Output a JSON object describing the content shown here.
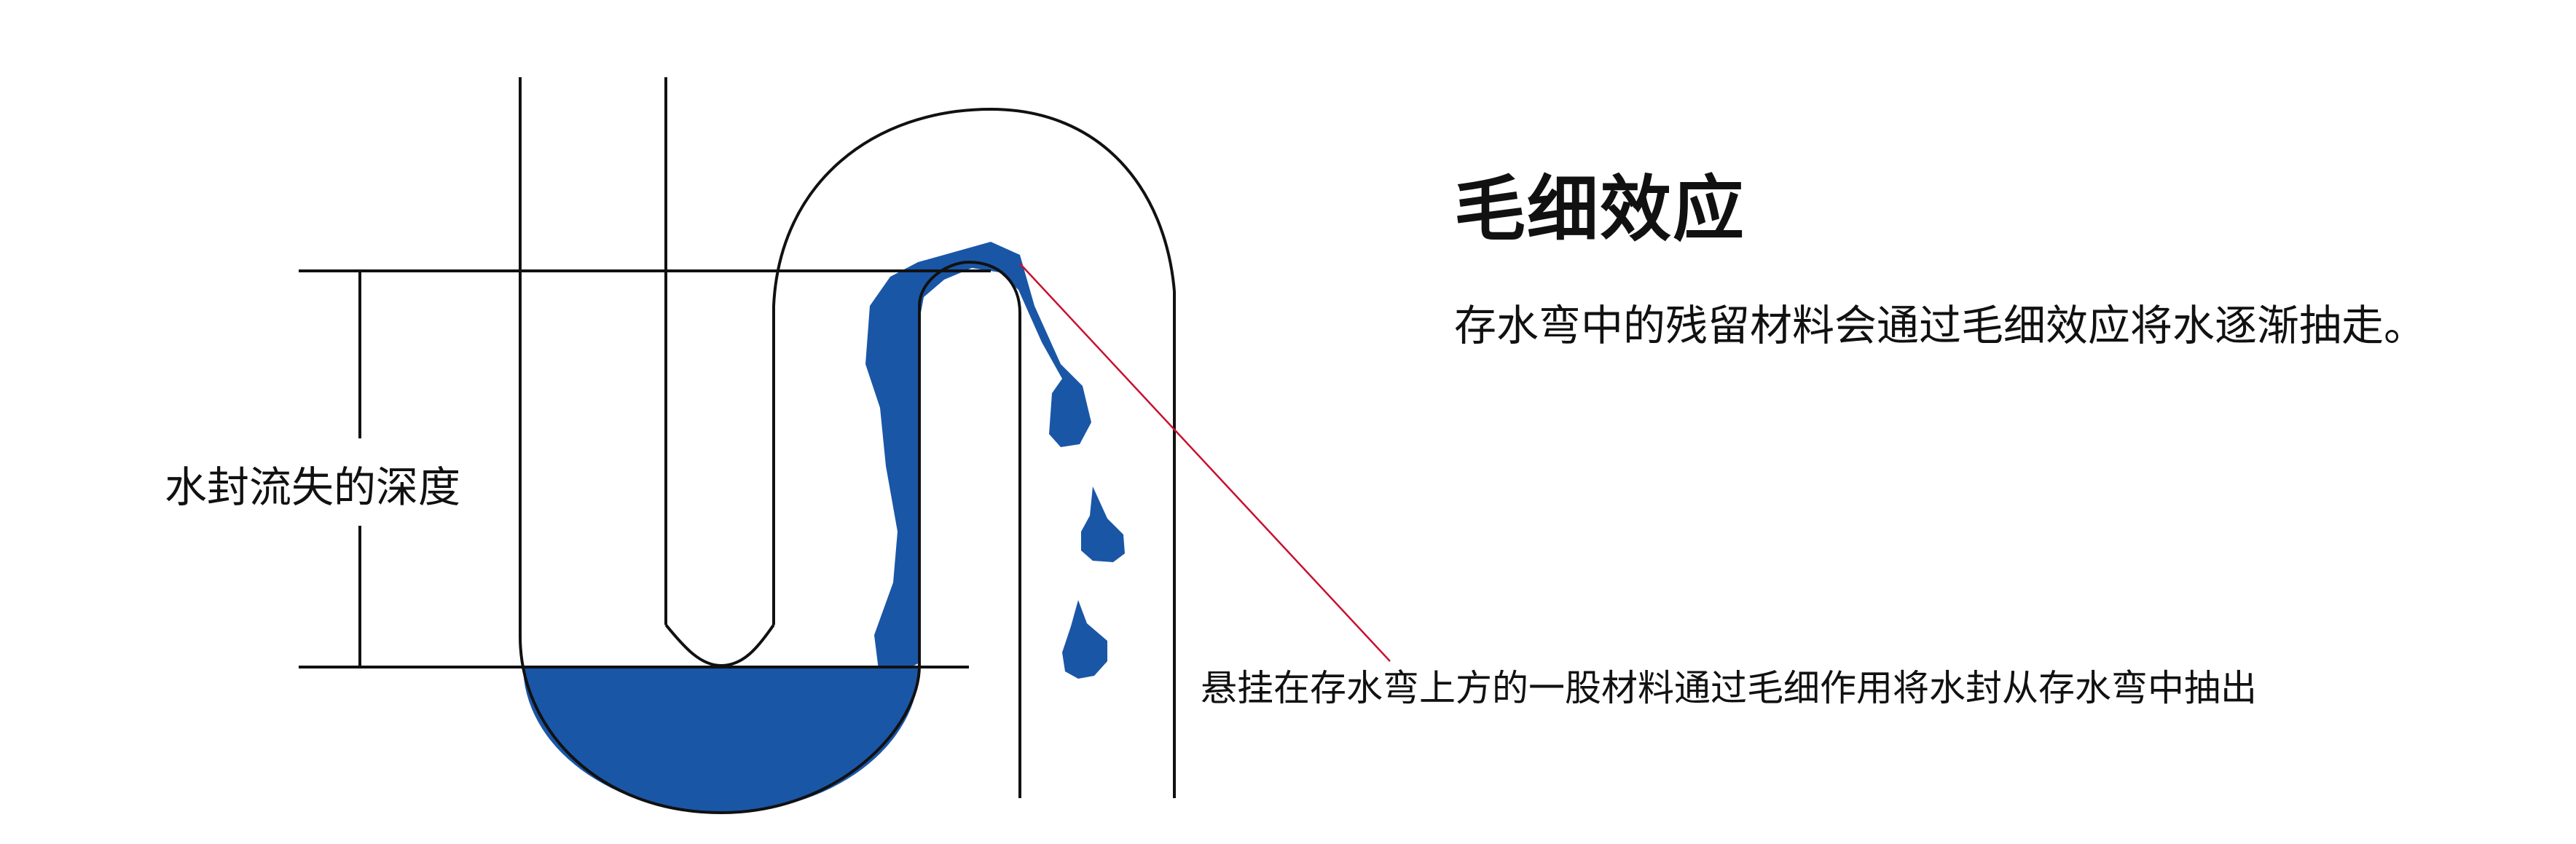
{
  "title": "毛细效应",
  "description": "存水弯中的残留材料会通过毛细效应将水逐渐抽走。",
  "labels": {
    "seal_depth": "水封流失的深度",
    "callout": "悬挂在存水弯上方的一股材料通过毛细作用将水封从存水弯中抽出"
  },
  "colors": {
    "water": "#1a56a6",
    "pipe_outline": "#111111",
    "callout_line": "#c8102e",
    "background": "#ffffff"
  }
}
